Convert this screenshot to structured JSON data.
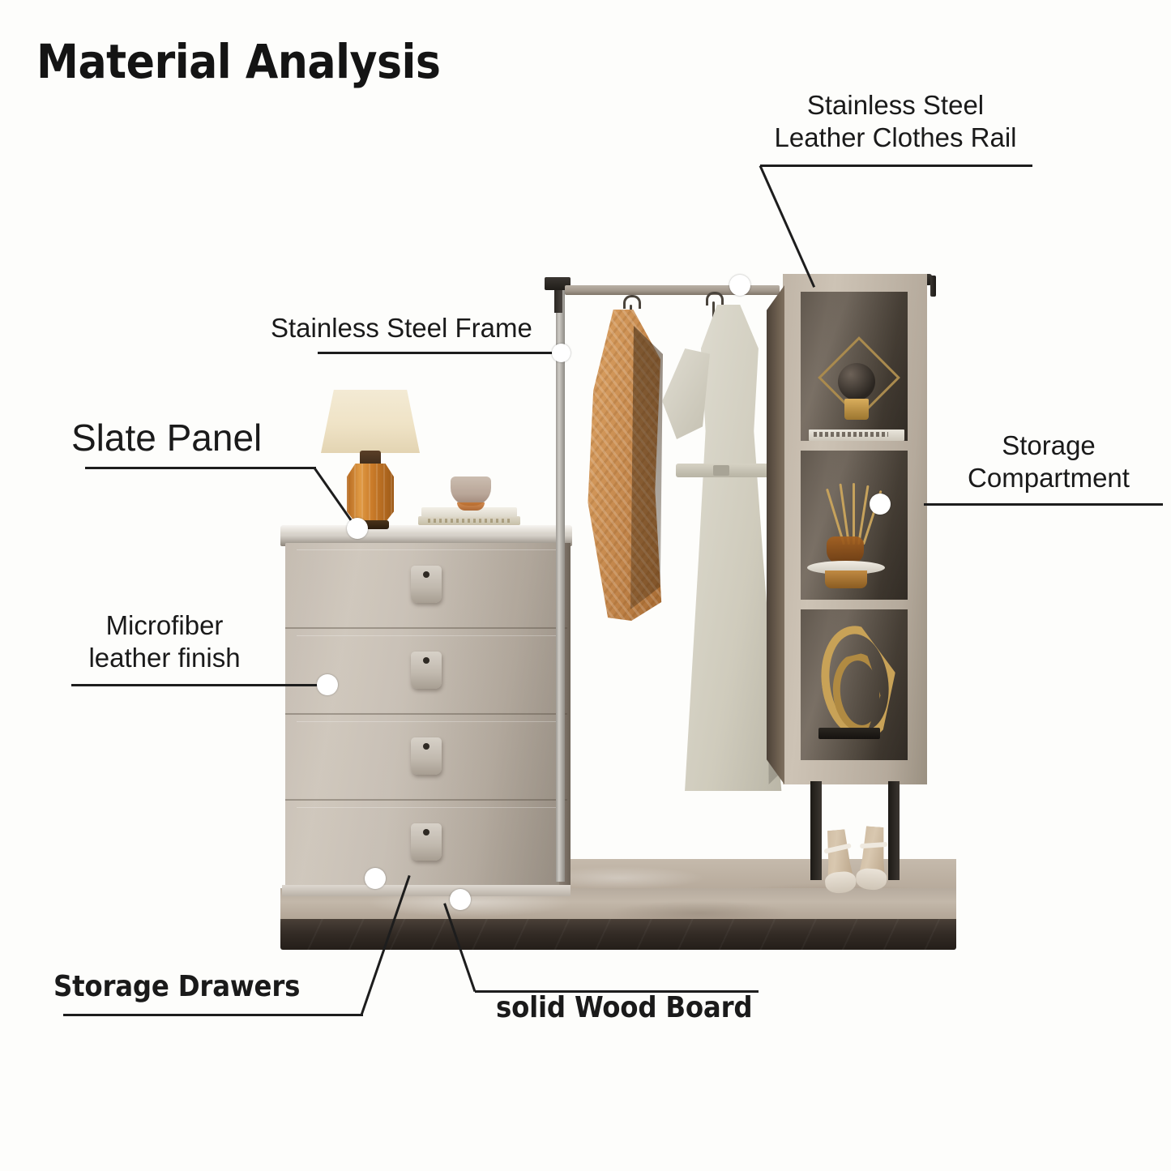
{
  "page": {
    "title": "Material Analysis",
    "background_color": "#fdfdfb",
    "text_color": "#1a1a1a",
    "line_color": "#1d1d1d",
    "callout_dot_color": "#ffffff"
  },
  "callouts": [
    {
      "id": "stainless-steel-leather-clothes-rail",
      "lines": [
        "Stainless Steel",
        "Leather Clothes Rail"
      ],
      "position": "top-right",
      "target": "horizontal hanging rail"
    },
    {
      "id": "stainless-steel-frame",
      "lines": [
        "Stainless Steel Frame"
      ],
      "position": "upper-left",
      "target": "vertical support post"
    },
    {
      "id": "slate-panel",
      "lines": [
        "Slate Panel"
      ],
      "position": "mid-left",
      "target": "dresser top surface",
      "emphasis": "large"
    },
    {
      "id": "microfiber-leather-finish",
      "lines": [
        "Microfiber",
        "leather finish"
      ],
      "position": "left",
      "target": "drawer front panel"
    },
    {
      "id": "storage-compartment",
      "lines": [
        "Storage",
        "Compartment"
      ],
      "position": "right",
      "target": "open shelf niche"
    },
    {
      "id": "storage-drawers",
      "lines": [
        "Storage Drawers"
      ],
      "position": "bottom-left",
      "target": "chest of drawers"
    },
    {
      "id": "solid-wood-board",
      "lines": [
        "solid Wood Board"
      ],
      "position": "bottom-center",
      "target": "base platform"
    }
  ],
  "product": {
    "dresser": {
      "drawer_count": 4,
      "finish_color": "#bdb3a7",
      "top_color": "#d5d0c8"
    },
    "cabinet": {
      "niche_count": 3,
      "shell_color": "#c0b5a7",
      "niche_color": "#5a5044"
    },
    "rail": {
      "color": "#a3998d",
      "post_color": "#cfccc6"
    },
    "base": {
      "top_color": "#b6ab9e",
      "face_color": "#342c26"
    },
    "garments": [
      {
        "name": "knit-cardigan",
        "color": "#c2854a"
      },
      {
        "name": "belted-dress",
        "color": "#d8d5c8"
      }
    ],
    "decor": [
      {
        "name": "table-lamp",
        "shade_color": "#efe3c6",
        "base_color": "#c97a28"
      },
      {
        "name": "ceramic-bowl",
        "color": "#b9a698"
      },
      {
        "name": "stacked-books",
        "color": "#ded8c8"
      },
      {
        "name": "geometric-sphere-sculpture",
        "color": "#a98a4e"
      },
      {
        "name": "reed-diffuser",
        "color": "#c6a25c"
      },
      {
        "name": "crescent-sculpture",
        "color": "#c8a257"
      },
      {
        "name": "heeled-shoes",
        "color": "#d9c8b0"
      }
    ]
  }
}
